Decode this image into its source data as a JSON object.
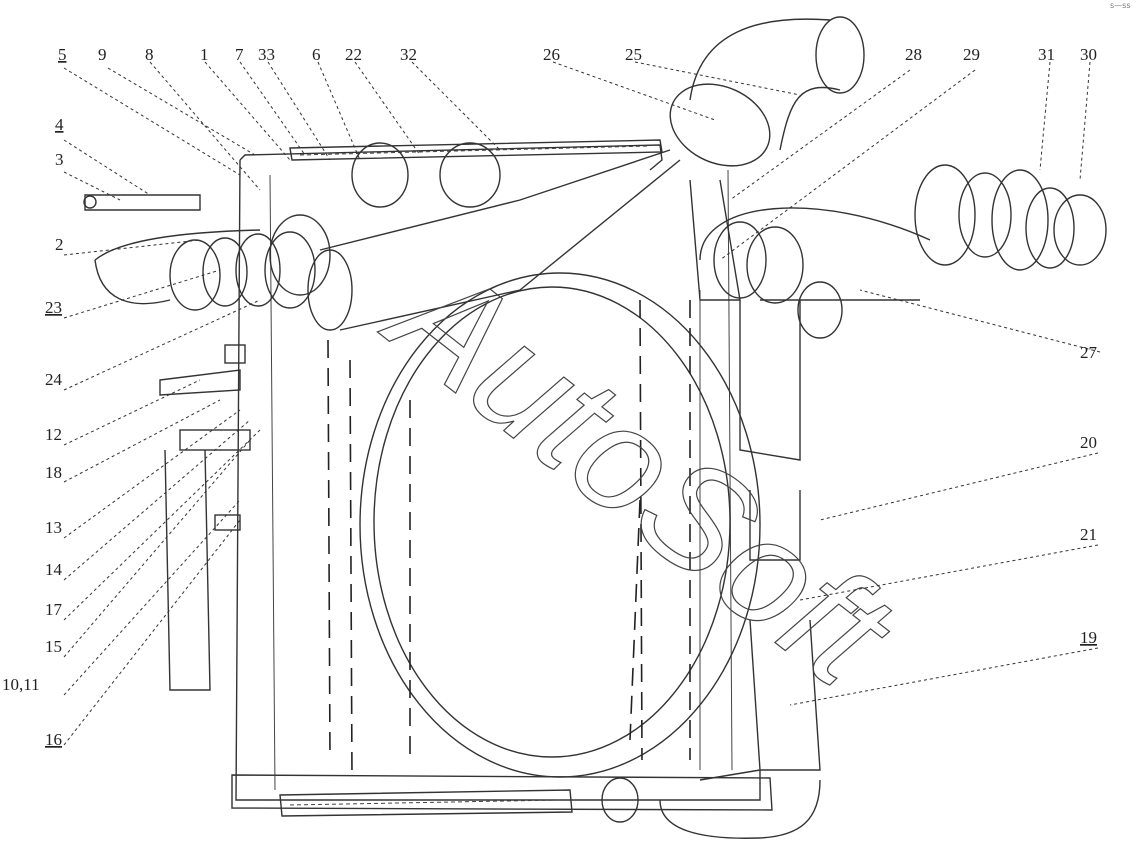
{
  "watermark": "AutoSoft",
  "corner_mark": "s—ss",
  "callouts": [
    "5",
    "9",
    "8",
    "1",
    "7",
    "33",
    "6",
    "22",
    "32",
    "26",
    "25",
    "28",
    "29",
    "31",
    "30",
    "4",
    "3",
    "2",
    "23",
    "24",
    "12",
    "18",
    "13",
    "14",
    "17",
    "15",
    "10,11",
    "16",
    "27",
    "20",
    "21",
    "19"
  ]
}
